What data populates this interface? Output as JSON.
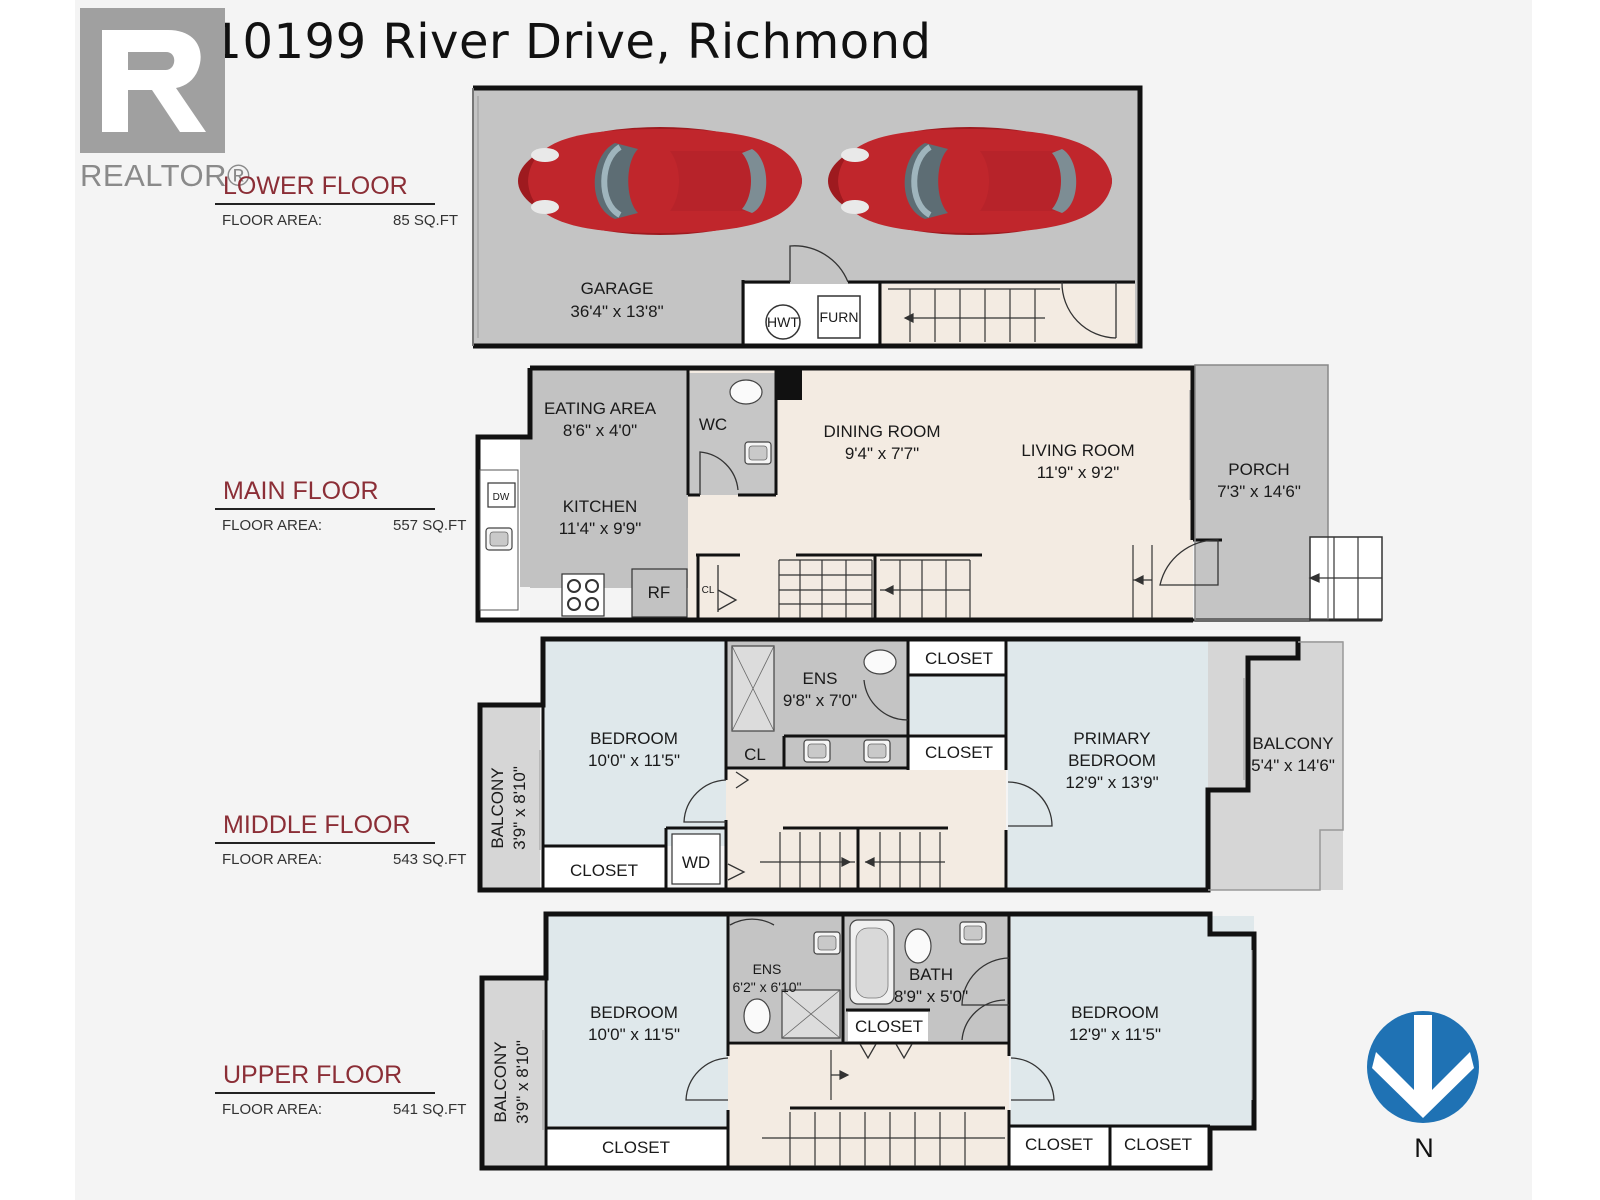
{
  "title": "77 - 10199 River Drive, Richmond",
  "logo": {
    "wordmark": "REALTOR®"
  },
  "floors": [
    {
      "name": "LOWER FLOOR",
      "area_label": "FLOOR AREA:",
      "area_value": "85 SQ.FT"
    },
    {
      "name": "MAIN FLOOR",
      "area_label": "FLOOR AREA:",
      "area_value": "557 SQ.FT"
    },
    {
      "name": "MIDDLE FLOOR",
      "area_label": "FLOOR AREA:",
      "area_value": "543 SQ.FT"
    },
    {
      "name": "UPPER FLOOR",
      "area_label": "FLOOR AREA:",
      "area_value": "541 SQ.FT"
    }
  ],
  "rooms": {
    "garage": {
      "name": "GARAGE",
      "dims": "36'4\" x 13'8\""
    },
    "hwt": "HWT",
    "furn": "FURN",
    "eating_area": {
      "name": "EATING AREA",
      "dims": "8'6\" x 4'0\""
    },
    "kitchen": {
      "name": "KITCHEN",
      "dims": "11'4\" x 9'9\""
    },
    "dw": "DW",
    "rf": "RF",
    "wc": "WC",
    "main_cl": "CL",
    "dining_room": {
      "name": "DINING ROOM",
      "dims": "9'4\" x 7'7\""
    },
    "living_room": {
      "name": "LIVING ROOM",
      "dims": "11'9\" x 9'2\""
    },
    "porch": {
      "name": "PORCH",
      "dims": "7'3\" x 14'6\""
    },
    "mid_bedroom": {
      "name": "BEDROOM",
      "dims": "10'0\" x 11'5\""
    },
    "mid_balcony_w": {
      "name": "BALCONY",
      "dims": "3'9\" x 8'10\""
    },
    "mid_ens": {
      "name": "ENS",
      "dims": "9'8\" x 7'0\""
    },
    "mid_cl": "CL",
    "mid_closet_1": "CLOSET",
    "mid_closet_2": "CLOSET",
    "mid_closet_3": "CLOSET",
    "wd": "WD",
    "primary_bedroom": {
      "name1": "PRIMARY",
      "name2": "BEDROOM",
      "dims": "12'9\" x 13'9\""
    },
    "mid_balcony_e": {
      "name": "BALCONY",
      "dims": "5'4\" x 14'6\""
    },
    "up_bedroom_w": {
      "name": "BEDROOM",
      "dims": "10'0\" x 11'5\""
    },
    "up_balcony": {
      "name": "BALCONY",
      "dims": "3'9\" x 8'10\""
    },
    "up_ens": {
      "name": "ENS",
      "dims": "6'2\" x 6'10\""
    },
    "bath": {
      "name": "BATH",
      "dims": "8'9\" x 5'0\""
    },
    "up_closet_mid": "CLOSET",
    "up_bedroom_e": {
      "name": "BEDROOM",
      "dims": "12'9\" x 11'5\""
    },
    "up_closet_w": "CLOSET",
    "up_closet_e1": "CLOSET",
    "up_closet_e2": "CLOSET"
  },
  "compass": {
    "label": "N"
  },
  "colors": {
    "floor_gray": "#c3c3c3",
    "floor_beige": "#f3ebe2",
    "bedroom_blue": "#dfe8eb",
    "balcony_gray": "#d6d6d6",
    "car_red": "#b01c22",
    "compass_blue": "#1f72b4",
    "floor_label_red": "#8b2e36"
  }
}
